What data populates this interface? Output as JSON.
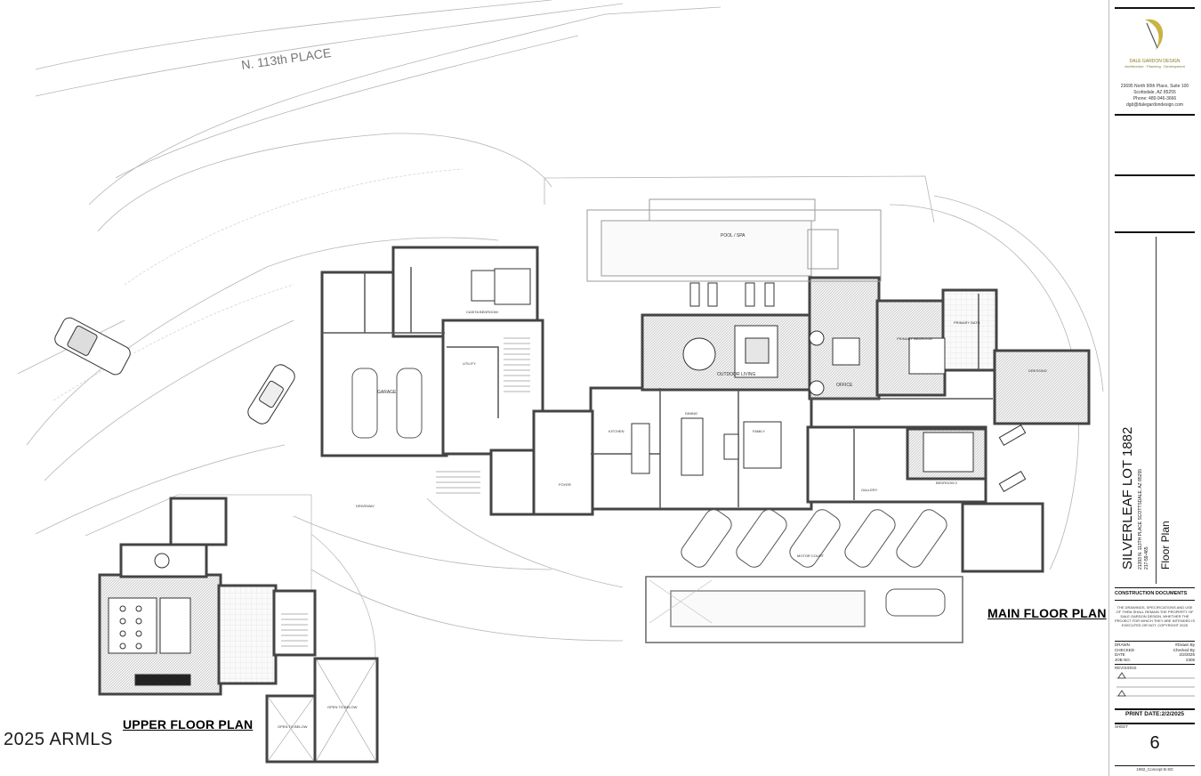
{
  "plans": {
    "main_floor_title": "MAIN FLOOR PLAN",
    "upper_floor_title": "UPPER FLOOR PLAN",
    "street_name": "N. 113th PLACE",
    "rooms": {
      "garage": "GARAGE",
      "pool_spa": "POOL / SPA",
      "outdoor_living": "OUTDOOR LIVING",
      "office": "OFFICE",
      "primary_bedroom": "PRIMARY BEDROOM",
      "primary_bath": "PRIMARY BATH",
      "dressing": "DRESSING",
      "kitchen": "KITCHEN",
      "dining": "DINING",
      "family": "FAMILY",
      "gallery": "GALLERY",
      "bedroom_2": "BEDROOM 2",
      "entry_foyer": "FOYER",
      "utility": "UTILITY",
      "casita_bedroom": "CASITA BEDROOM",
      "motor_court": "MOTOR COURT",
      "driveway": "DRIVEWAY",
      "open_to_below_1": "OPEN TO BELOW",
      "open_to_below_2": "OPEN TO BELOW"
    }
  },
  "title_block": {
    "firm_name": "DALE GARDON DESIGN",
    "firm_tagline": "Architecture · Planning · Development",
    "address_line1": "23695 North 90th Place, Suite 100",
    "address_line2": "Scottsdale, AZ 85255",
    "phone": "Phone: 480-946-3666",
    "email": "dgd@dalegardondesign.com",
    "project_title": "SILVERLEAF LOT 1882",
    "project_address": "21393 N. 113TH PLACE SCOTTSDALE, AZ 85255",
    "project_apn": "217-59-465",
    "sheet_title": "Floor Plan",
    "phase": "CONSTRUCTION DOCUMENTS",
    "disclaimer": "THE DRAWINGS, SPECIFICATIONS AND USE OF THEM SHALL REMAIN THE PROPERTY OF DALE GARDON DESIGN, WHETHER THE PROJECT FOR WHICH THEY ARE INTENDED IS EXECUTED OR NOT. COPYRIGHT 2025",
    "drawn_label": "DRAWN",
    "checked_label": "CHECKED",
    "date_label": "DATE",
    "job_no_label": "JOB NO.",
    "drawn_value": "#Drawn By",
    "checked_value": "Checked By",
    "date_value": "2/2/2025",
    "job_no_value": "2306",
    "revisions_label": "REVISIONS",
    "print_date": "PRINT DATE:2/2/2025",
    "sheet_label": "SHEET",
    "sheet_number": "6",
    "file_name": "1882_Concept B-SD"
  },
  "watermark": "2025 ARMLS",
  "colors": {
    "wall": "#444444",
    "hatch": "#bdbdbd",
    "line": "#9a9a9a",
    "logo": "#c8b445"
  }
}
